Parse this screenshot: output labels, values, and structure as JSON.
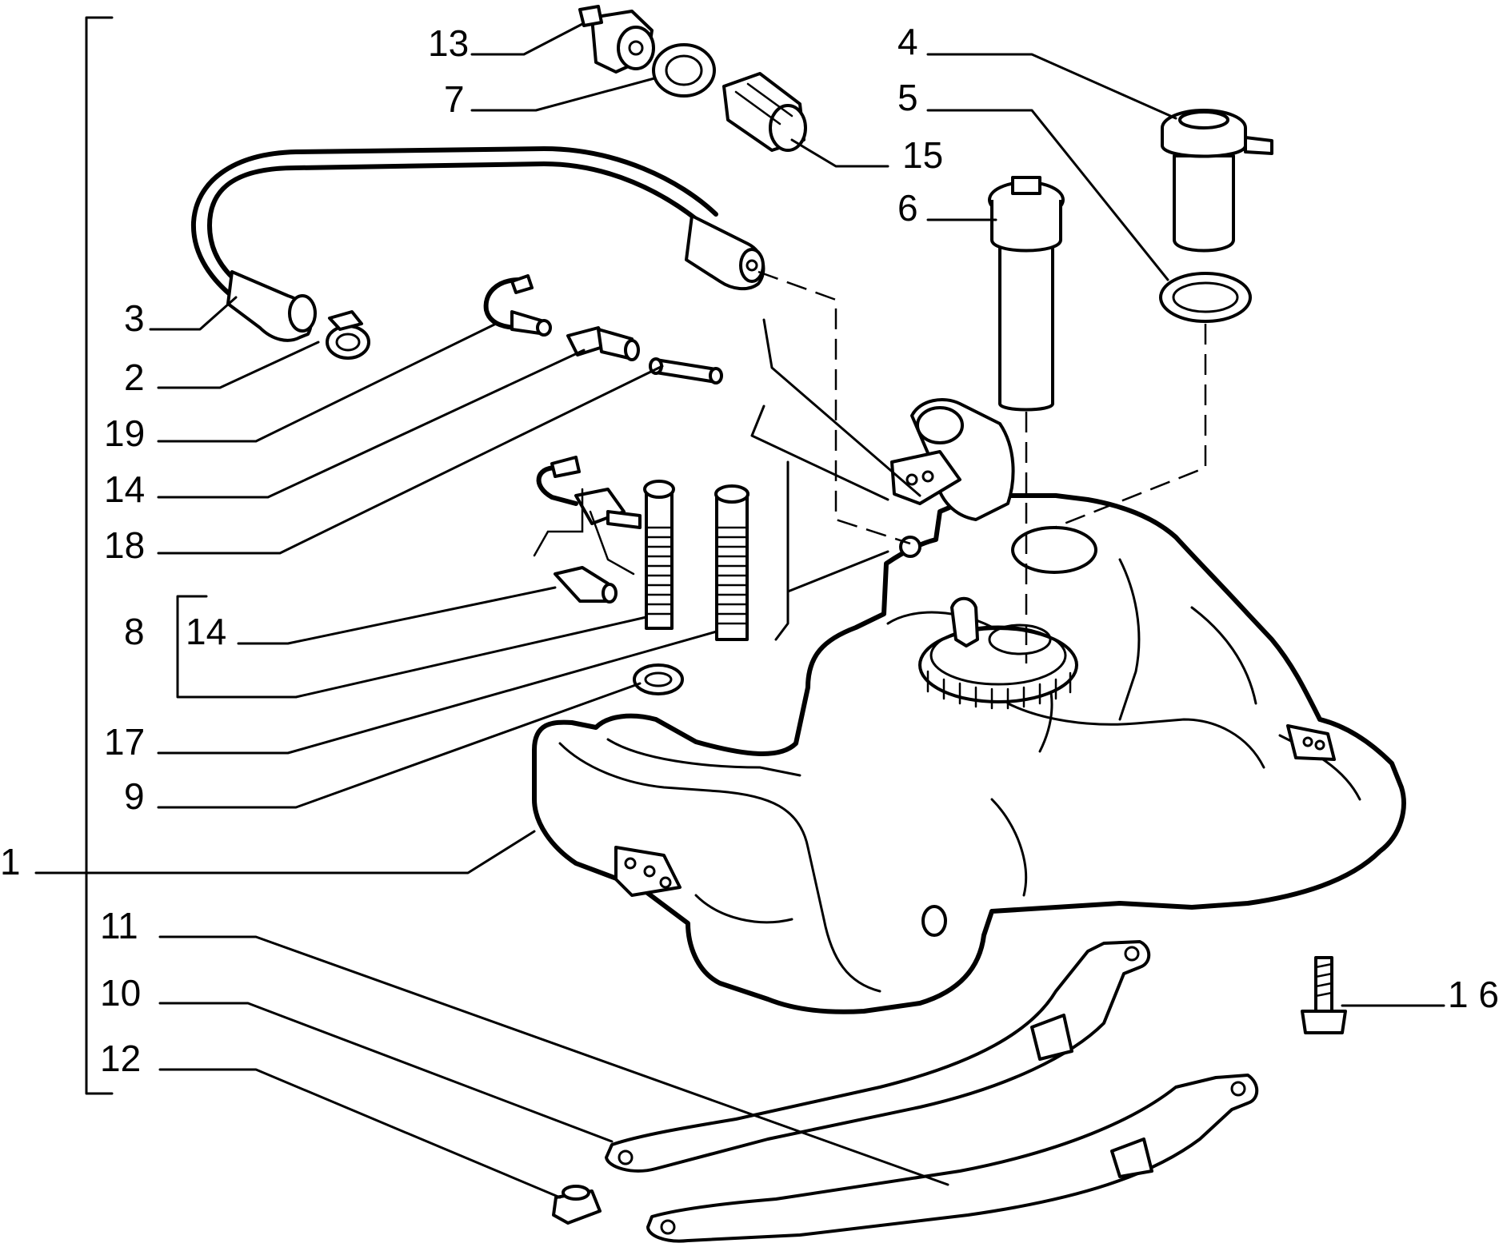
{
  "labels": {
    "l1": "1",
    "l2": "2",
    "l3": "3",
    "l4": "4",
    "l5": "5",
    "l6": "6",
    "l7": "7",
    "l8": "8",
    "l9": "9",
    "l10": "10",
    "l11": "11",
    "l12": "12",
    "l13": "13",
    "l14a": "14",
    "l14b": "14",
    "l15": "15",
    "l16": "1 6",
    "l17": "17",
    "l18": "18",
    "l19": "19"
  }
}
